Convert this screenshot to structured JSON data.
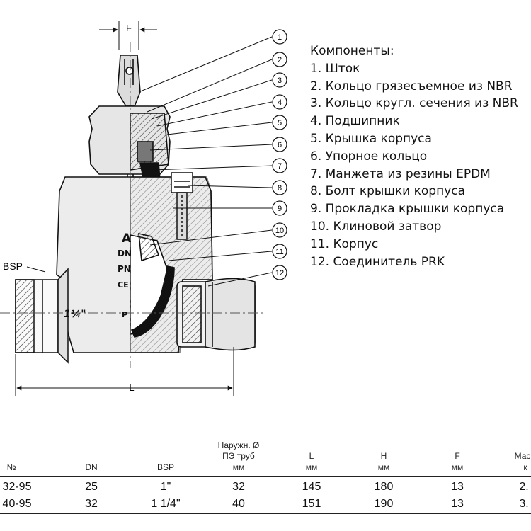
{
  "drawing": {
    "dim_f": "F",
    "dim_l": "L",
    "bsp_label": "BSP",
    "marking_size": "1¼\"",
    "marking_dn": "DN",
    "marking_pn": "PN",
    "marking_a": "A",
    "marking_ce": "CE",
    "marking_p": "P",
    "callouts": [
      "1",
      "2",
      "3",
      "4",
      "5",
      "6",
      "7",
      "8",
      "9",
      "10",
      "11",
      "12"
    ]
  },
  "legend": {
    "title": "Компоненты:",
    "items": [
      "1. Шток",
      "2. Кольцо грязесъемное из NBR",
      "3. Кольцо кругл. сечения из NBR",
      "4. Подшипник",
      "5. Крышка корпуса",
      "6. Упорное кольцо",
      "7. Манжета из резины EPDM",
      "8. Болт крышки корпуса",
      "9. Прокладка крышки корпуса",
      "10. Клиновой затвор",
      "11. Корпус",
      "12. Соединитель PRK"
    ]
  },
  "spec_table": {
    "headers": {
      "no": "№",
      "dn": "DN",
      "bsp": "BSP",
      "pe_line1": "Наружн. Ø",
      "pe_line2": "ПЭ труб",
      "pe_unit": "мм",
      "l": "L",
      "l_unit": "мм",
      "h": "H",
      "h_unit": "мм",
      "f": "F",
      "f_unit": "мм",
      "mass": "Мас",
      "mass_unit": "к"
    },
    "rows": [
      {
        "no": "32-95",
        "dn": "25",
        "bsp": "1\"",
        "pe": "32",
        "l": "145",
        "h": "180",
        "f": "13",
        "mass": "2."
      },
      {
        "no": "40-95",
        "dn": "32",
        "bsp": "1 1/4\"",
        "pe": "40",
        "l": "151",
        "h": "190",
        "f": "13",
        "mass": "3."
      }
    ]
  }
}
